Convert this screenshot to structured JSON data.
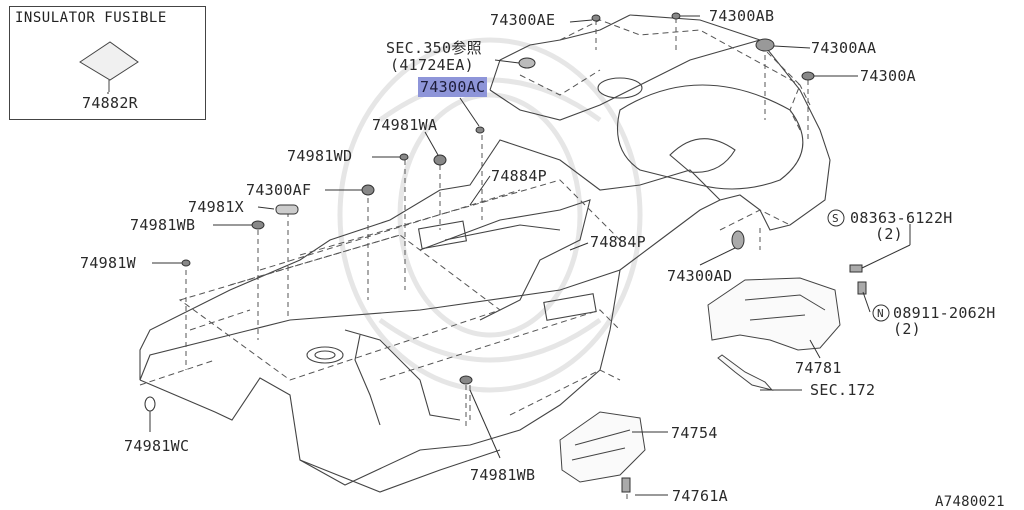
{
  "inset": {
    "title": "INSULATOR FUSIBLE",
    "part": "74882R"
  },
  "labels": {
    "p74300AE": "74300AE",
    "p74300AB": "74300AB",
    "sec350": "SEC.350参照",
    "sec350_code": "(41724EA)",
    "p74300AA": "74300AA",
    "p74300A": "74300A",
    "p74300AC": "74300AC",
    "p74981WA": "74981WA",
    "p74981WD": "74981WD",
    "p74884P_1": "74884P",
    "p74300AF": "74300AF",
    "p74981X": "74981X",
    "p74981WB_1": "74981WB",
    "p74884P_2": "74884P",
    "p74981W": "74981W",
    "bolt_s": "08363-6122H",
    "bolt_s_qty": "(2)",
    "p74300AD": "74300AD",
    "nut_n": "08911-2062H",
    "nut_n_qty": "(2)",
    "p74781": "74781",
    "sec172": "SEC.172",
    "p74754": "74754",
    "p74981WC": "74981WC",
    "p74981WB_2": "74981WB",
    "p74761A": "74761A",
    "diagram_id": "A7480021"
  },
  "symbols": {
    "s": "S",
    "n": "N"
  }
}
